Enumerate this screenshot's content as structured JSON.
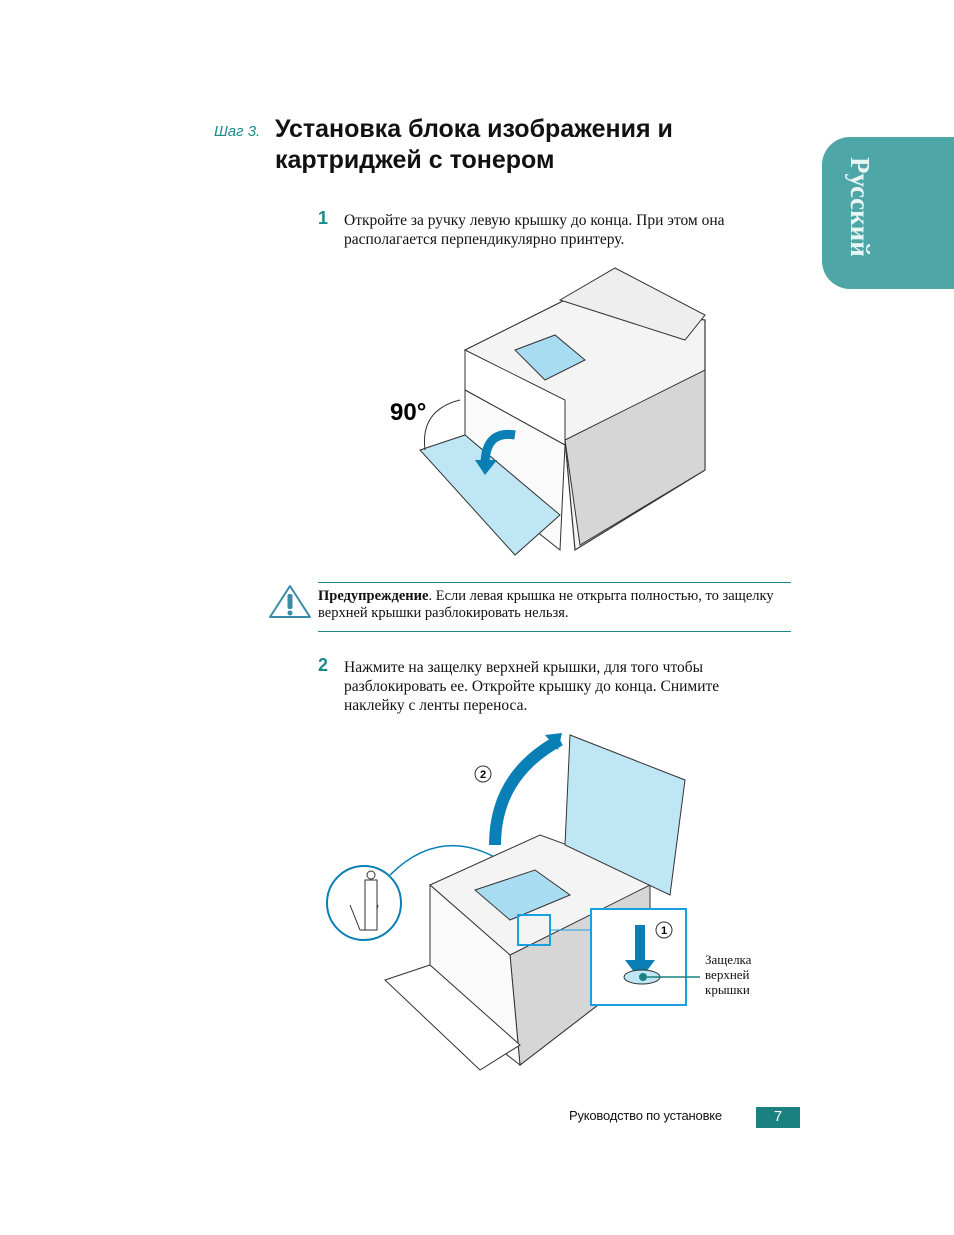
{
  "heading": {
    "step_label": "Шаг 3.",
    "title": "Установка блока изображения и картриджей с тонером"
  },
  "side_tab": {
    "label": "Русский"
  },
  "steps": [
    {
      "number": "1",
      "text": "Откройте за ручку левую крышку до конца. При этом она располагается перпендикулярно принтеру."
    },
    {
      "number": "2",
      "text": "Нажмите на защелку верхней крышки, для того чтобы разблокировать ее. Откройте крышку до конца. Снимите наклейку с ленты переноса."
    }
  ],
  "figure1": {
    "angle_label": "90°"
  },
  "warning": {
    "icon": "warning-triangle-icon",
    "label": "Предупреждение",
    "text": ". Если левая крышка не открыта полностью, то защелку верхней крышки разблокировать нельзя."
  },
  "figure2": {
    "marker_1": "1",
    "marker_2": "2",
    "callout": "Защелка верхней крышки"
  },
  "footer": {
    "title": "Руководство по установке",
    "page": "7"
  },
  "colors": {
    "accent": "#1a8a8a",
    "tab": "#4ea6a6",
    "illustration_blue": "#0a7fb5"
  }
}
